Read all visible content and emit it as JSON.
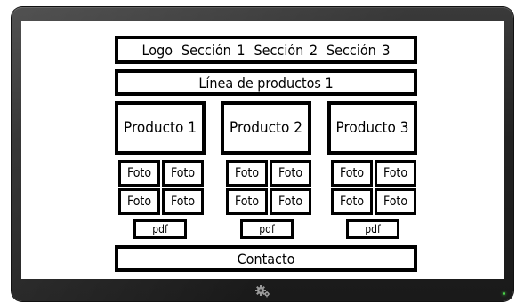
{
  "nav": {
    "logo": "Logo",
    "sections": [
      "Sección 1",
      "Sección 2",
      "Sección 3"
    ]
  },
  "product_line": "Línea de productos 1",
  "products": [
    {
      "title": "Producto 1",
      "photos": [
        "Foto",
        "Foto",
        "Foto",
        "Foto"
      ],
      "pdf": "pdf"
    },
    {
      "title": "Producto 2",
      "photos": [
        "Foto",
        "Foto",
        "Foto",
        "Foto"
      ],
      "pdf": "pdf"
    },
    {
      "title": "Producto 3",
      "photos": [
        "Foto",
        "Foto",
        "Foto",
        "Foto"
      ],
      "pdf": "pdf"
    }
  ],
  "footer": {
    "contact": "Contacto"
  },
  "device": {
    "brand_icon": "gears-icon",
    "led_color": "#4cd84c",
    "bezel_color": "#222222"
  }
}
